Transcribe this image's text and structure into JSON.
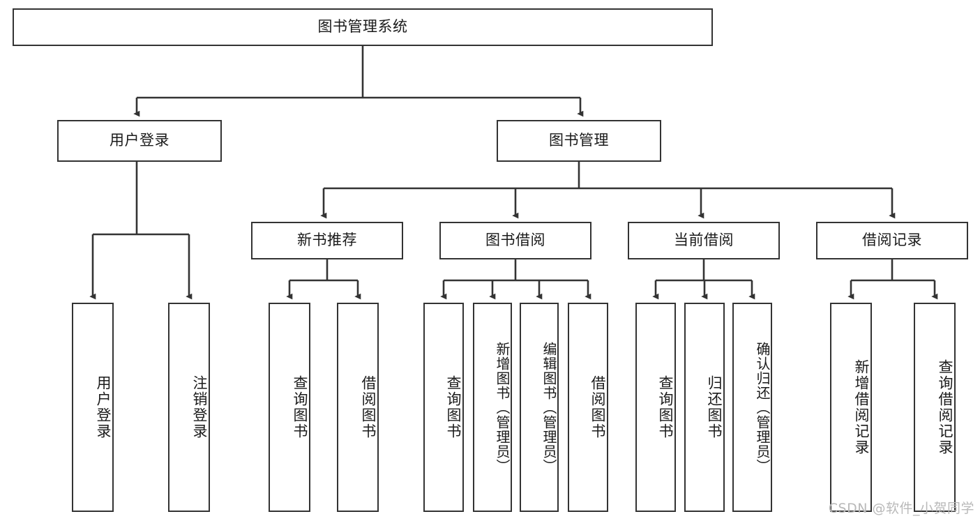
{
  "diagram": {
    "title": "图书管理系统",
    "type": "tree-hierarchy-chart",
    "stroke_color": "#333333",
    "fill_color": "#ffffff",
    "text_color": "#1a1a1a"
  },
  "nodes": {
    "root": {
      "label": "图书管理系统"
    },
    "level2": [
      {
        "id": "user-login",
        "label": "用户登录"
      },
      {
        "id": "book-management",
        "label": "图书管理"
      }
    ],
    "level3": [
      {
        "id": "new-book-recommend",
        "label": "新书推荐"
      },
      {
        "id": "book-borrow",
        "label": "图书借阅"
      },
      {
        "id": "current-borrow",
        "label": "当前借阅"
      },
      {
        "id": "borrow-record",
        "label": "借阅记录"
      }
    ],
    "leaves": {
      "user_login": [
        {
          "id": "leaf-user-login",
          "label": "用户登录"
        },
        {
          "id": "leaf-logout-login",
          "label": "注销登录"
        }
      ],
      "new_book_recommend": [
        {
          "id": "leaf-query-book-1",
          "label": "查询图书"
        },
        {
          "id": "leaf-borrow-book-1",
          "label": "借阅图书"
        }
      ],
      "book_borrow": [
        {
          "id": "leaf-query-book-2",
          "label": "查询图书"
        },
        {
          "id": "leaf-add-book",
          "label": "新增图书（管理员）"
        },
        {
          "id": "leaf-edit-book",
          "label": "编辑图书（管理员）"
        },
        {
          "id": "leaf-borrow-book-2",
          "label": "借阅图书"
        }
      ],
      "current_borrow": [
        {
          "id": "leaf-query-book-3",
          "label": "查询图书"
        },
        {
          "id": "leaf-return-book",
          "label": "归还图书"
        },
        {
          "id": "leaf-confirm-return",
          "label": "确认归还（管理员）"
        }
      ],
      "borrow_record": [
        {
          "id": "leaf-add-borrow-record",
          "label": "新增借阅记录"
        },
        {
          "id": "leaf-query-borrow-record",
          "label": "查询借阅记录"
        }
      ]
    }
  },
  "watermark": {
    "text": "CSDN @软件_小贺同学"
  }
}
